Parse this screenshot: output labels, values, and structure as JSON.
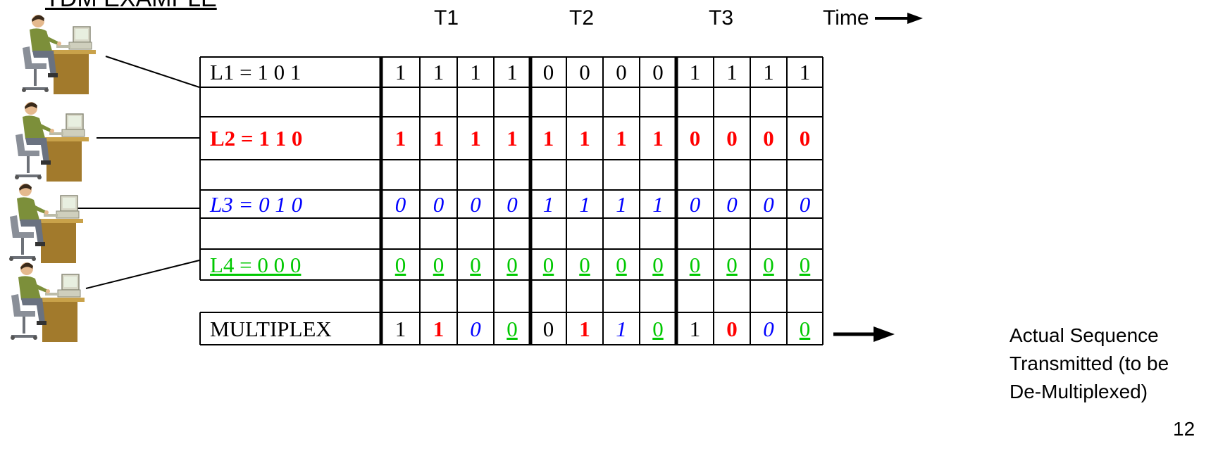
{
  "title": "TDM EXAMPLE",
  "time_slots": [
    "T1",
    "T2",
    "T3"
  ],
  "time_label": "Time",
  "rows": [
    {
      "label": "L1 = 1 0 1",
      "style": "black",
      "bits": [
        "1",
        "1",
        "1",
        "1",
        "0",
        "0",
        "0",
        "0",
        "1",
        "1",
        "1",
        "1"
      ]
    },
    {
      "label": "L2 = 1 1 0",
      "style": "red",
      "bits": [
        "1",
        "1",
        "1",
        "1",
        "1",
        "1",
        "1",
        "1",
        "0",
        "0",
        "0",
        "0"
      ]
    },
    {
      "label": "L3 = 0 1 0",
      "style": "blue",
      "bits": [
        "0",
        "0",
        "0",
        "0",
        "1",
        "1",
        "1",
        "1",
        "0",
        "0",
        "0",
        "0"
      ]
    },
    {
      "label": "L4 = 0 0 0",
      "style": "green",
      "bits": [
        "0",
        "0",
        "0",
        "0",
        "0",
        "0",
        "0",
        "0",
        "0",
        "0",
        "0",
        "0"
      ]
    }
  ],
  "multiplex": {
    "label": "MULTIPLEX",
    "bits": [
      {
        "v": "1",
        "style": "black"
      },
      {
        "v": "1",
        "style": "red"
      },
      {
        "v": "0",
        "style": "blue"
      },
      {
        "v": "0",
        "style": "green"
      },
      {
        "v": "0",
        "style": "black"
      },
      {
        "v": "1",
        "style": "red"
      },
      {
        "v": "1",
        "style": "blue"
      },
      {
        "v": "0",
        "style": "green"
      },
      {
        "v": "1",
        "style": "black"
      },
      {
        "v": "0",
        "style": "red"
      },
      {
        "v": "0",
        "style": "blue"
      },
      {
        "v": "0",
        "style": "green"
      }
    ]
  },
  "output_note": [
    "Actual Sequence",
    "Transmitted (to be",
    "De-Multiplexed)"
  ],
  "page_number": "12",
  "colors": {
    "red": "#ff0000",
    "blue": "#0000ff",
    "green": "#00c800",
    "black": "#000000"
  },
  "icons": [
    "computer-user-icon",
    "computer-user-icon",
    "computer-user-icon",
    "computer-user-icon",
    "arrow-right-icon"
  ]
}
